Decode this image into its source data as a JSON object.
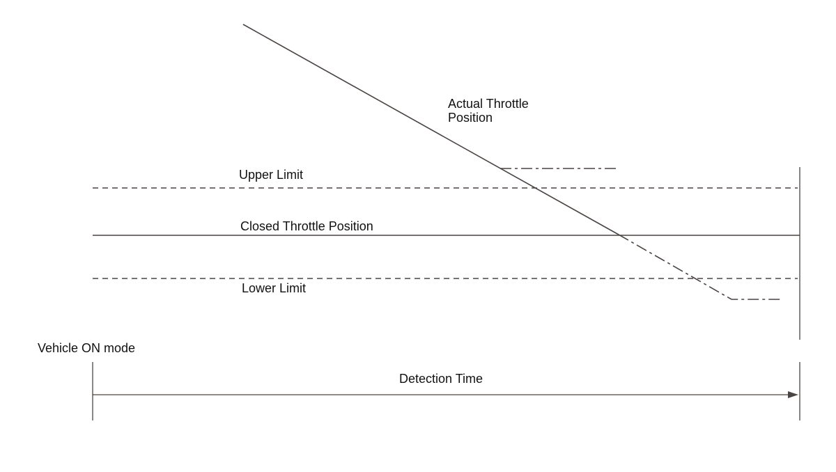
{
  "labels": {
    "actual_throttle_line1": "Actual Throttle",
    "actual_throttle_line2": "Position",
    "upper_limit": "Upper Limit",
    "closed_throttle": "Closed Throttle Position",
    "lower_limit": "Lower Limit",
    "vehicle_on": "Vehicle ON mode",
    "detection_time": "Detection Time"
  },
  "colors": {
    "line": "#4a4442",
    "text": "#111111",
    "background": "#ffffff"
  }
}
